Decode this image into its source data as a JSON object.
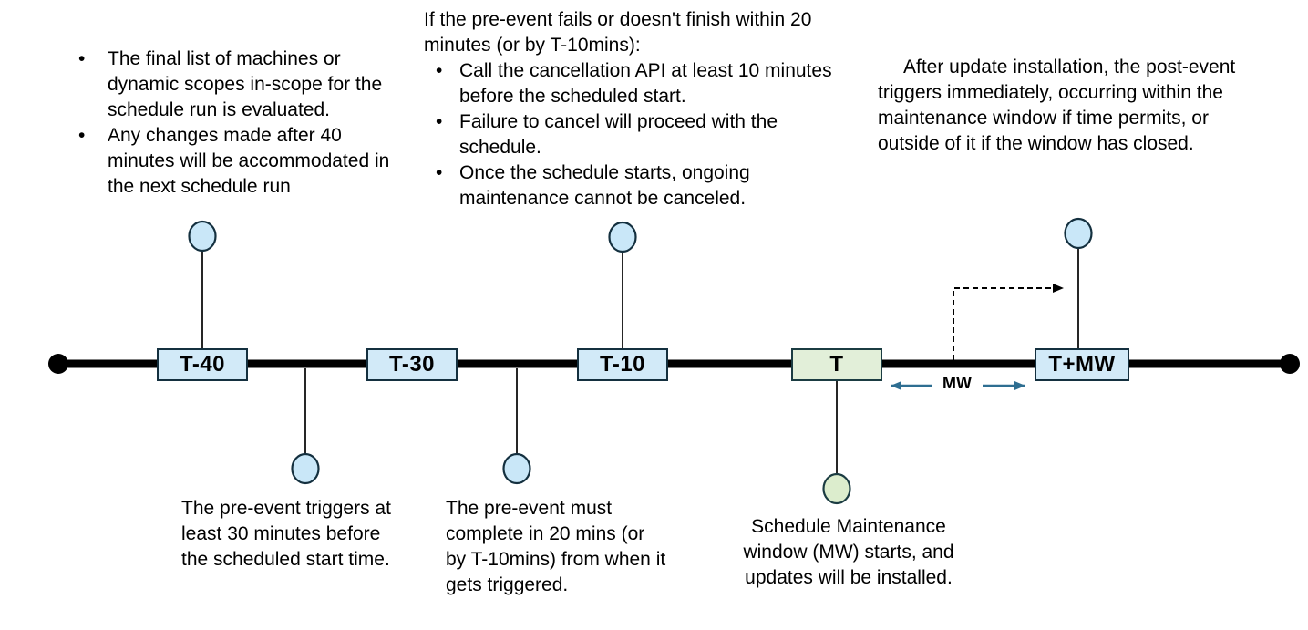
{
  "notes": {
    "bullet_char": "•",
    "scope_evaluation": {
      "bullets": [
        "The final list of machines or dynamic scopes in-scope for the schedule run is evaluated.",
        "Any changes made after 40 minutes will be accommodated in the next schedule run"
      ]
    },
    "pre_event_failure": {
      "intro": "If the pre-event fails or doesn't finish within 20 minutes (or by T-10mins):",
      "bullets": [
        "Call the cancellation API at least 10 minutes before the scheduled start.",
        "Failure to cancel will proceed with the schedule.",
        "Once the schedule starts, ongoing maintenance cannot be canceled."
      ]
    },
    "post_event": {
      "text": "After update installation, the post-event triggers immediately, occurring within the maintenance window if time permits, or outside of it if the window has closed."
    }
  },
  "timeline": {
    "milestones": [
      {
        "label": "T-40",
        "type": "blue"
      },
      {
        "label": "T-30",
        "type": "blue"
      },
      {
        "label": "T-10",
        "type": "blue"
      },
      {
        "label": "T",
        "type": "green"
      },
      {
        "label": "T+MW",
        "type": "blue"
      }
    ],
    "mw_label": "MW"
  },
  "callouts": {
    "pre_event_trigger": "The pre-event triggers at least 30 minutes before the scheduled start time.",
    "pre_event_complete": "The pre-event must complete in 20 mins (or by T-10mins) from when it gets triggered.",
    "mw_start": "Schedule Maintenance window (MW) starts, and updates will be installed."
  },
  "colors": {
    "timeline_line": "#000000",
    "milestone_blue_fill": "#d2eaf8",
    "milestone_green_fill": "#e2efd9",
    "event_circle_blue_fill": "#c9e7f8",
    "event_circle_green_fill": "#dcedcd",
    "shape_border": "#14303f",
    "mw_arrow": "#2e6e91"
  }
}
